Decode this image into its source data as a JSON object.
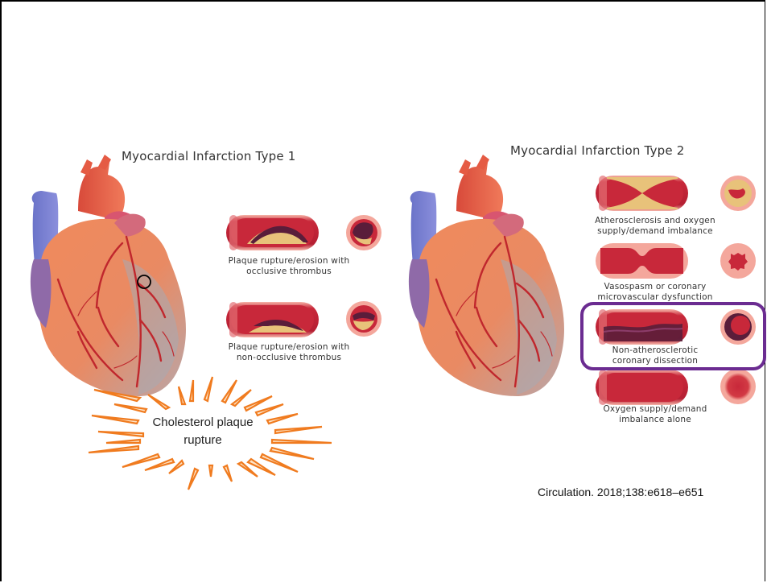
{
  "type1": {
    "title": "Myocardial Infarction Type 1",
    "items": [
      {
        "line1": "Plaque rupture/erosion with",
        "line2": "occlusive thrombus"
      },
      {
        "line1": "Plaque rupture/erosion with",
        "line2": "non-occlusive thrombus"
      }
    ]
  },
  "type2": {
    "title": "Myocardial Infarction Type 2",
    "items": [
      {
        "line1": "Atherosclerosis and oxygen",
        "line2": "supply/demand imbalance"
      },
      {
        "line1": "Vasospasm or coronary",
        "line2": "microvascular dysfunction"
      },
      {
        "line1": "Non-atherosclerotic",
        "line2": "coronary dissection"
      },
      {
        "line1": "Oxygen supply/demand",
        "line2": "imbalance alone"
      }
    ]
  },
  "callout": {
    "line1": "Cholesterol plaque",
    "line2": "rupture"
  },
  "citation": "Circulation. 2018;138:e618–e651",
  "colors": {
    "vessel_red": "#c8283a",
    "vessel_wall": "#f2a7a0",
    "plaque": "#e8c27a",
    "thrombus": "#5a1d3a",
    "heart_orange": "#e8714e",
    "highlight_box": "#6b2c91",
    "burst": "#f07b1f",
    "marker_circle": "#000000"
  },
  "icons": [
    "heart-illustration",
    "artery-cross-section",
    "artery-longitudinal-section",
    "starburst-callout",
    "highlight-circle"
  ]
}
